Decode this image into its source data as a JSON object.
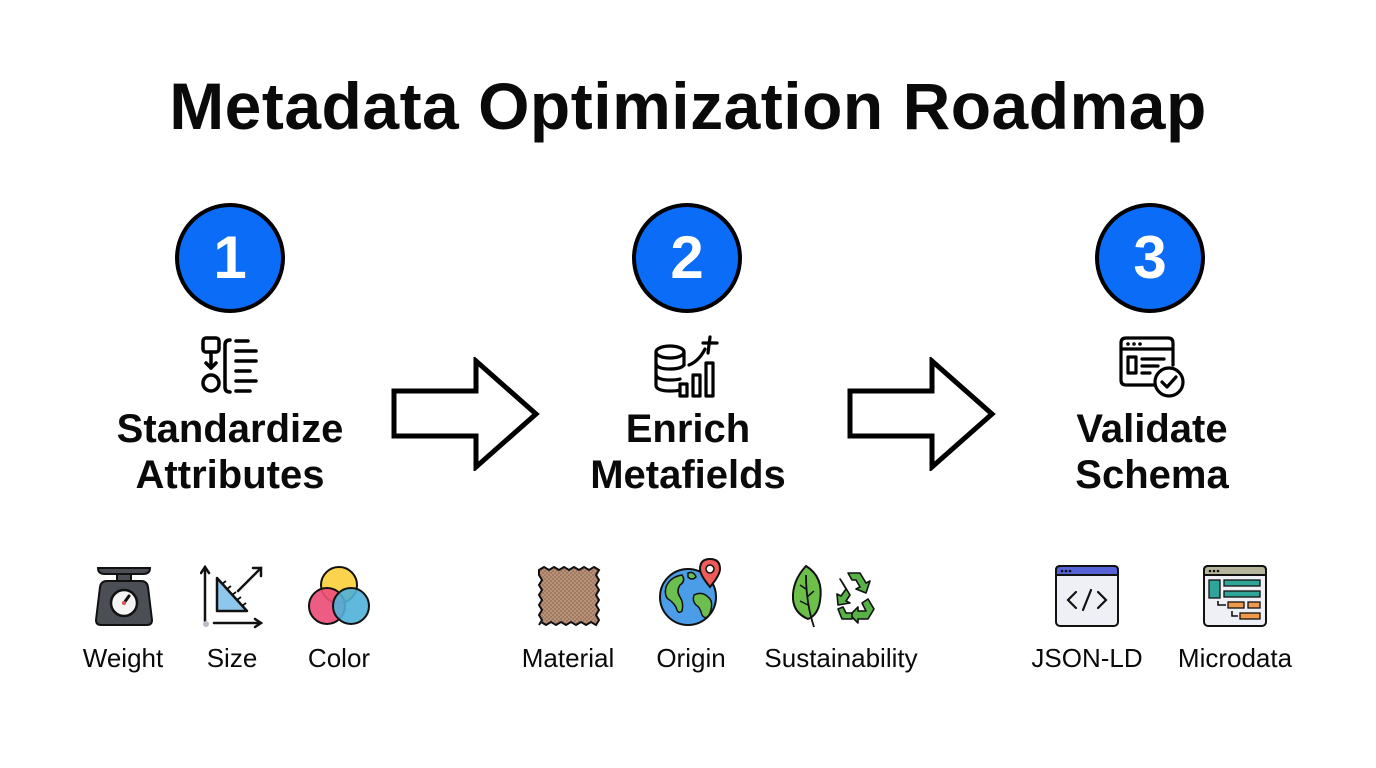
{
  "title": "Metadata Optimization Roadmap",
  "colors": {
    "badge_fill": "#0b6cf8",
    "stroke": "#000000",
    "background": "#ffffff"
  },
  "steps": [
    {
      "number": "1",
      "label_line1": "Standardize",
      "label_line2": "Attributes",
      "icon": "flowchart-list-icon",
      "items": [
        {
          "label": "Weight",
          "icon": "scale-icon"
        },
        {
          "label": "Size",
          "icon": "ruler-dimensions-icon"
        },
        {
          "label": "Color",
          "icon": "color-venn-icon"
        }
      ]
    },
    {
      "number": "2",
      "label_line1": "Enrich",
      "label_line2": "Metafields",
      "icon": "database-growth-icon",
      "items": [
        {
          "label": "Material",
          "icon": "fabric-swatch-icon"
        },
        {
          "label": "Origin",
          "icon": "globe-pin-icon"
        },
        {
          "label": "Sustainability",
          "icon": "leaf-recycle-icon"
        }
      ]
    },
    {
      "number": "3",
      "label_line1": "Validate",
      "label_line2": "Schema",
      "icon": "browser-check-icon",
      "items": [
        {
          "label": "JSON-LD",
          "icon": "code-window-icon"
        },
        {
          "label": "Microdata",
          "icon": "layout-window-icon"
        }
      ]
    }
  ],
  "arrows": [
    {
      "from": "1",
      "to": "2"
    },
    {
      "from": "2",
      "to": "3"
    }
  ]
}
